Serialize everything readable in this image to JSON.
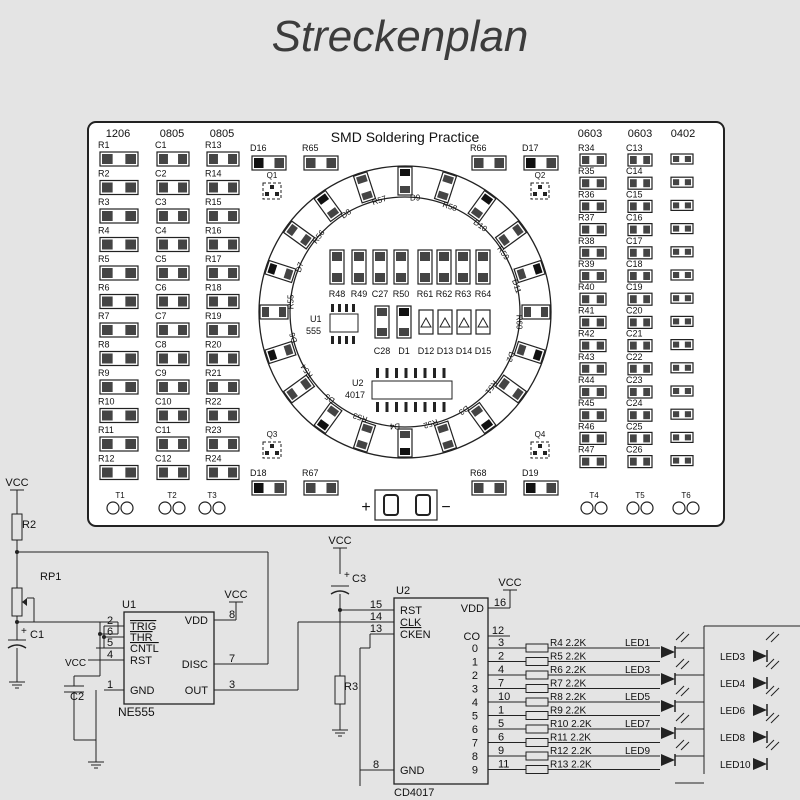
{
  "page": {
    "title": "Streckenplan"
  },
  "board": {
    "title": "SMD Soldering Practice",
    "sizes": [
      "1206",
      "0805",
      "0805",
      "0603",
      "0603",
      "0402"
    ],
    "left_cols": [
      [
        "R1",
        "R2",
        "R3",
        "R4",
        "R5",
        "R6",
        "R7",
        "R8",
        "R9",
        "R10",
        "R11",
        "R12"
      ],
      [
        "C1",
        "C2",
        "C3",
        "C4",
        "C5",
        "C6",
        "C7",
        "C8",
        "C9",
        "C10",
        "C11",
        "C12"
      ],
      [
        "R13",
        "R14",
        "R15",
        "R16",
        "R17",
        "R18",
        "R19",
        "R20",
        "R21",
        "R22",
        "R23",
        "R24"
      ]
    ],
    "right_cols": [
      [
        "R34",
        "R35",
        "R36",
        "R37",
        "R38",
        "R39",
        "R40",
        "R41",
        "R42",
        "R43",
        "R44",
        "R45",
        "R46",
        "R47"
      ],
      [
        "C13",
        "C14",
        "C15",
        "C16",
        "C17",
        "C18",
        "C19",
        "C20",
        "C21",
        "C22",
        "C23",
        "C24",
        "C25",
        "C26"
      ]
    ],
    "bottom_left": [
      "T1",
      "T2",
      "T3"
    ],
    "bottom_right": [
      "T4",
      "T5",
      "T6"
    ],
    "top_row": [
      "D16",
      "R65",
      "R66",
      "D17"
    ],
    "bottom_row": [
      "D18",
      "R67",
      "R68",
      "D19"
    ],
    "ring": [
      "D9",
      "R58",
      "D10",
      "R59",
      "D11",
      "R60",
      "D2",
      "R51",
      "D3",
      "R52",
      "D4",
      "R53",
      "D5",
      "R54",
      "D6",
      "R55",
      "D7",
      "R56",
      "D8",
      "R57"
    ],
    "transistors": [
      "Q1",
      "Q2",
      "Q3",
      "Q4"
    ],
    "inner_top": [
      "R48",
      "R49",
      "C27",
      "R50",
      "R61",
      "R62",
      "R63",
      "R64"
    ],
    "inner_mid": [
      "C28",
      "D1",
      "D12",
      "D13",
      "D14",
      "D15"
    ],
    "u1": [
      "U1",
      "555"
    ],
    "u2": [
      "U2",
      "4017"
    ],
    "battery": [
      "+",
      "−"
    ]
  },
  "schematic": {
    "vcc": "VCC",
    "left_parts": [
      "R2",
      "RP1",
      "C1",
      "C2"
    ],
    "u1_name": "U1",
    "u1_part": "NE555",
    "u1_pins_left": [
      {
        "num": "2",
        "name": "TRIG"
      },
      {
        "num": "6",
        "name": "THR"
      },
      {
        "num": "5",
        "name": "CNTL"
      },
      {
        "num": "4",
        "name": "RST"
      },
      {
        "num": "1",
        "name": "GND"
      }
    ],
    "u1_pins_right": [
      {
        "num": "8",
        "name": "VDD"
      },
      {
        "num": "7",
        "name": "DISC"
      },
      {
        "num": "3",
        "name": "OUT"
      }
    ],
    "mid_parts": [
      "C3",
      "R3"
    ],
    "plus": "+",
    "u2_name": "U2",
    "u2_part": "CD4017",
    "u2_left": [
      {
        "num": "15",
        "name": "RST"
      },
      {
        "num": "14",
        "name": "CLK"
      },
      {
        "num": "13",
        "name": "CKEN"
      },
      {
        "num": "8",
        "name": "GND"
      }
    ],
    "u2_vdd": {
      "num": "16",
      "name": "VDD"
    },
    "u2_co": {
      "num": "12",
      "name": "CO"
    },
    "outputs": [
      "0",
      "1",
      "2",
      "3",
      "4",
      "5",
      "6",
      "7",
      "8",
      "9"
    ],
    "out_pins": [
      "3",
      "2",
      "4",
      "7",
      "10",
      "1",
      "5",
      "6",
      "9",
      "11"
    ],
    "resistors": [
      "R4 2.2K",
      "R5 2.2K",
      "R6 2.2K",
      "R7 2.2K",
      "R8 2.2K",
      "R9 2.2K",
      "R10 2.2K",
      "R11 2.2K",
      "R12 2.2K",
      "R13 2.2K"
    ],
    "leds_left": [
      "LED1",
      "LED3",
      "LED5",
      "LED7",
      "LED9"
    ],
    "leds_right": [
      "LED3",
      "LED4",
      "LED6",
      "LED8",
      "LED10"
    ]
  }
}
